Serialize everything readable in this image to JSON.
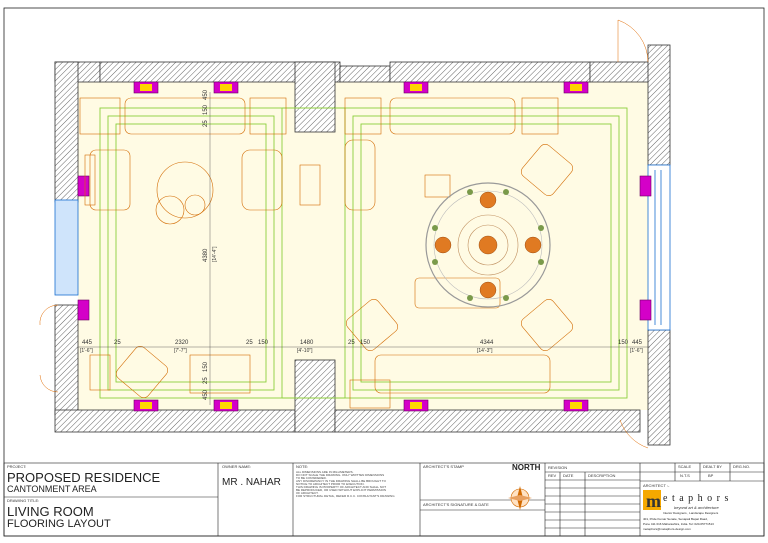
{
  "project": {
    "label": "PROJECT:",
    "name": "PROPOSED RESIDENCE",
    "area": "CANTONMENT AREA"
  },
  "drawing": {
    "label": "DRAWING TITLE:",
    "title": "LIVING ROOM",
    "subtitle": "FLOORING LAYOUT"
  },
  "owner": {
    "label": "OWNER NAME:",
    "name": "MR . NAHAR"
  },
  "note": {
    "label": "NOTE:",
    "lines": [
      "ALL DIMENSIONS ARE IN MILLIMETERS.",
      "DO NOT SCALE THE DRAWING. ONLY WRITTEN DIMENSIONS",
      "TO BE CONSIDERED.",
      "ANY DISCREPANCY IN THE DRAWING SHALL BE BROUGHT TO",
      "NOTICE TO ARCHITECT PRIOR TO  EXECUTION.",
      "THIS DRAWING IS PROPERTY OF ARCHITECT AND SHALL NOT",
      "BE REPRODUCED, OR USED WITHOUT EXPLICIT PERMISSION",
      "OF ARCHITECT.",
      "FOR STRUCTURAL DETAIL, REFER R.C.C. CONSULTANT'S DRAWING"
    ]
  },
  "stamp": {
    "architect_stamp": "ARCHITECT'S STAMP",
    "signature": "ARCHITECT'S SIGNATURE & DATE",
    "north": "NORTH"
  },
  "revision": {
    "label": "REVISION",
    "col_no": "REV",
    "col_date": "DATE",
    "col_desc": "DESCRIPTION"
  },
  "meta": {
    "scale_label": "SCALE",
    "scale_value": "N.T.S",
    "dealt_label": "DEALT BY",
    "dealt_value": "BP",
    "drg_label": "DRG.NO."
  },
  "firm": {
    "architect_label": "ARCHITECT :-",
    "logo_letter": "m",
    "name": "e t a p h o r s",
    "tagline": "beyond art & architecture",
    "services": "Interior Designers , Landscape Designers",
    "address1": "401, Pride Kumar Senate, Senapati Bapat Road,",
    "address2": "Pune 411 016 Maharashtra, India. Tel: 020-65771513",
    "contact": "metaphors@metaphors-design.com"
  },
  "dimensions": {
    "d_445": "445",
    "d_445b": "[1'-6\"]",
    "d_25a": "25",
    "d_2320": "2320",
    "d_2320b": "[7'-7\"]",
    "d_150a": "150",
    "d_25b": "25",
    "d_1480": "1480",
    "d_1480b": "[4'-10\"]",
    "d_25c": "25",
    "d_150b": "150",
    "d_4344": "4344",
    "d_4344b": "[14'-3\"]",
    "d_150c": "150",
    "d_445c": "445",
    "d_445d": "[1'-6\"]",
    "d_4380": "4380",
    "d_4380b": "[14'-4\"]",
    "d_450": "450",
    "d_150v": "150",
    "d_25v": "25",
    "d_150v2": "150",
    "d_25v2": "25",
    "d_450v2": "450"
  }
}
